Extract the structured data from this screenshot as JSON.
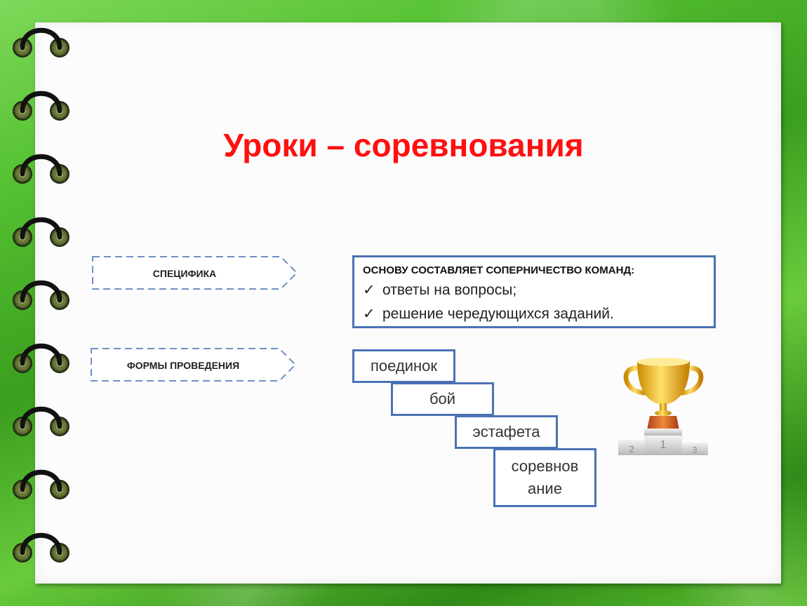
{
  "slide": {
    "title": "Уроки – соревнования",
    "specifics_label": "СПЕЦИФИКА",
    "forms_label": "ФОРМЫ ПРОВЕДЕНИЯ",
    "info": {
      "heading": "ОСНОВУ СОСТАВЛЯЕТ СОПЕРНИЧЕСТВО КОМАНД:",
      "items": [
        "ответы на вопросы;",
        "решение чередующихся заданий."
      ],
      "check_mark": "✓"
    },
    "forms": [
      "поединок",
      "бой",
      "эстафета",
      "соревнов ание"
    ],
    "forms_lines": {
      "last_line1": "соревнов",
      "last_line2": "ание"
    },
    "podium_numbers": [
      "2",
      "1",
      "3"
    ],
    "colors": {
      "title": "#ff1010",
      "box_border": "#4a72b5",
      "dash_border": "#6f8fc5",
      "background_green": "#4fb62a"
    },
    "icons": [
      "ring-binding-icon",
      "trophy-icon",
      "check-icon"
    ]
  }
}
